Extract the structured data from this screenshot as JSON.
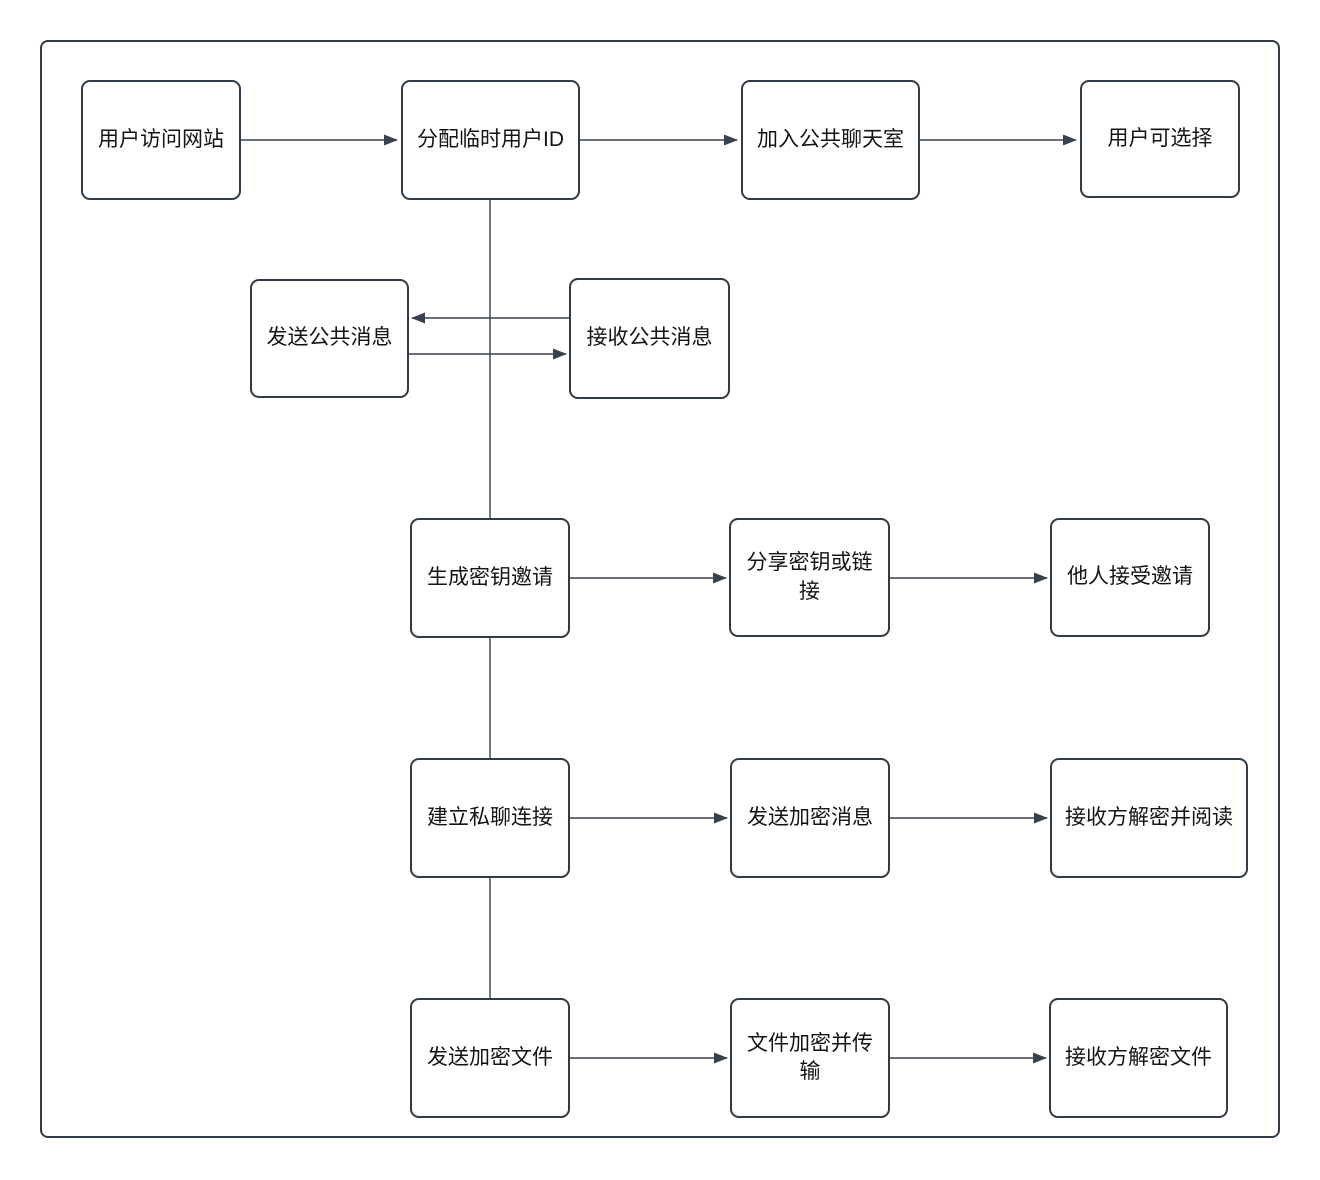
{
  "diagram": {
    "type": "flowchart",
    "title": "",
    "nodes": [
      {
        "id": "user-visits-site",
        "label": "用户访问网站"
      },
      {
        "id": "assign-temp-user-id",
        "label": "分配临时用户ID"
      },
      {
        "id": "join-public-chatroom",
        "label": "加入公共聊天室"
      },
      {
        "id": "user-can-choose",
        "label": "用户可选择"
      },
      {
        "id": "send-public-message",
        "label": "发送公共消息"
      },
      {
        "id": "receive-public-message",
        "label": "接收公共消息"
      },
      {
        "id": "generate-key-invite",
        "label": "生成密钥邀请"
      },
      {
        "id": "share-key-or-link",
        "label": "分享密钥或链接"
      },
      {
        "id": "others-accept-invite",
        "label": "他人接受邀请"
      },
      {
        "id": "establish-private-chat",
        "label": "建立私聊连接"
      },
      {
        "id": "send-encrypted-message",
        "label": "发送加密消息"
      },
      {
        "id": "receiver-decrypts-reads",
        "label": "接收方解密并阅读"
      },
      {
        "id": "send-encrypted-file",
        "label": "发送加密文件"
      },
      {
        "id": "file-encrypt-transfer",
        "label": "文件加密并传输"
      },
      {
        "id": "receiver-decrypts-file",
        "label": "接收方解密文件"
      }
    ],
    "edges": [
      {
        "from": "用户访问网站",
        "to": "分配临时用户ID",
        "arrow": true
      },
      {
        "from": "分配临时用户ID",
        "to": "加入公共聊天室",
        "arrow": true
      },
      {
        "from": "加入公共聊天室",
        "to": "用户可选择",
        "arrow": true
      },
      {
        "from": "分配临时用户ID",
        "to": "生成密钥邀请",
        "arrow": false
      },
      {
        "from": "接收公共消息",
        "to": "发送公共消息",
        "arrow": true
      },
      {
        "from": "发送公共消息",
        "to": "接收公共消息",
        "arrow": true
      },
      {
        "from": "生成密钥邀请",
        "to": "分享密钥或链接",
        "arrow": true
      },
      {
        "from": "分享密钥或链接",
        "to": "他人接受邀请",
        "arrow": true
      },
      {
        "from": "生成密钥邀请",
        "to": "建立私聊连接",
        "arrow": false
      },
      {
        "from": "建立私聊连接",
        "to": "发送加密消息",
        "arrow": true
      },
      {
        "from": "发送加密消息",
        "to": "接收方解密并阅读",
        "arrow": true
      },
      {
        "from": "建立私聊连接",
        "to": "发送加密文件",
        "arrow": false
      },
      {
        "from": "发送加密文件",
        "to": "文件加密并传输",
        "arrow": true
      },
      {
        "from": "文件加密并传输",
        "to": "接收方解密文件",
        "arrow": true
      }
    ],
    "colors": {
      "node_border": "#313b47",
      "node_fill": "#ffffff",
      "edge": "#38424e",
      "text": "#141414",
      "frame_border": "#313b47",
      "background": "#ffffff"
    }
  }
}
